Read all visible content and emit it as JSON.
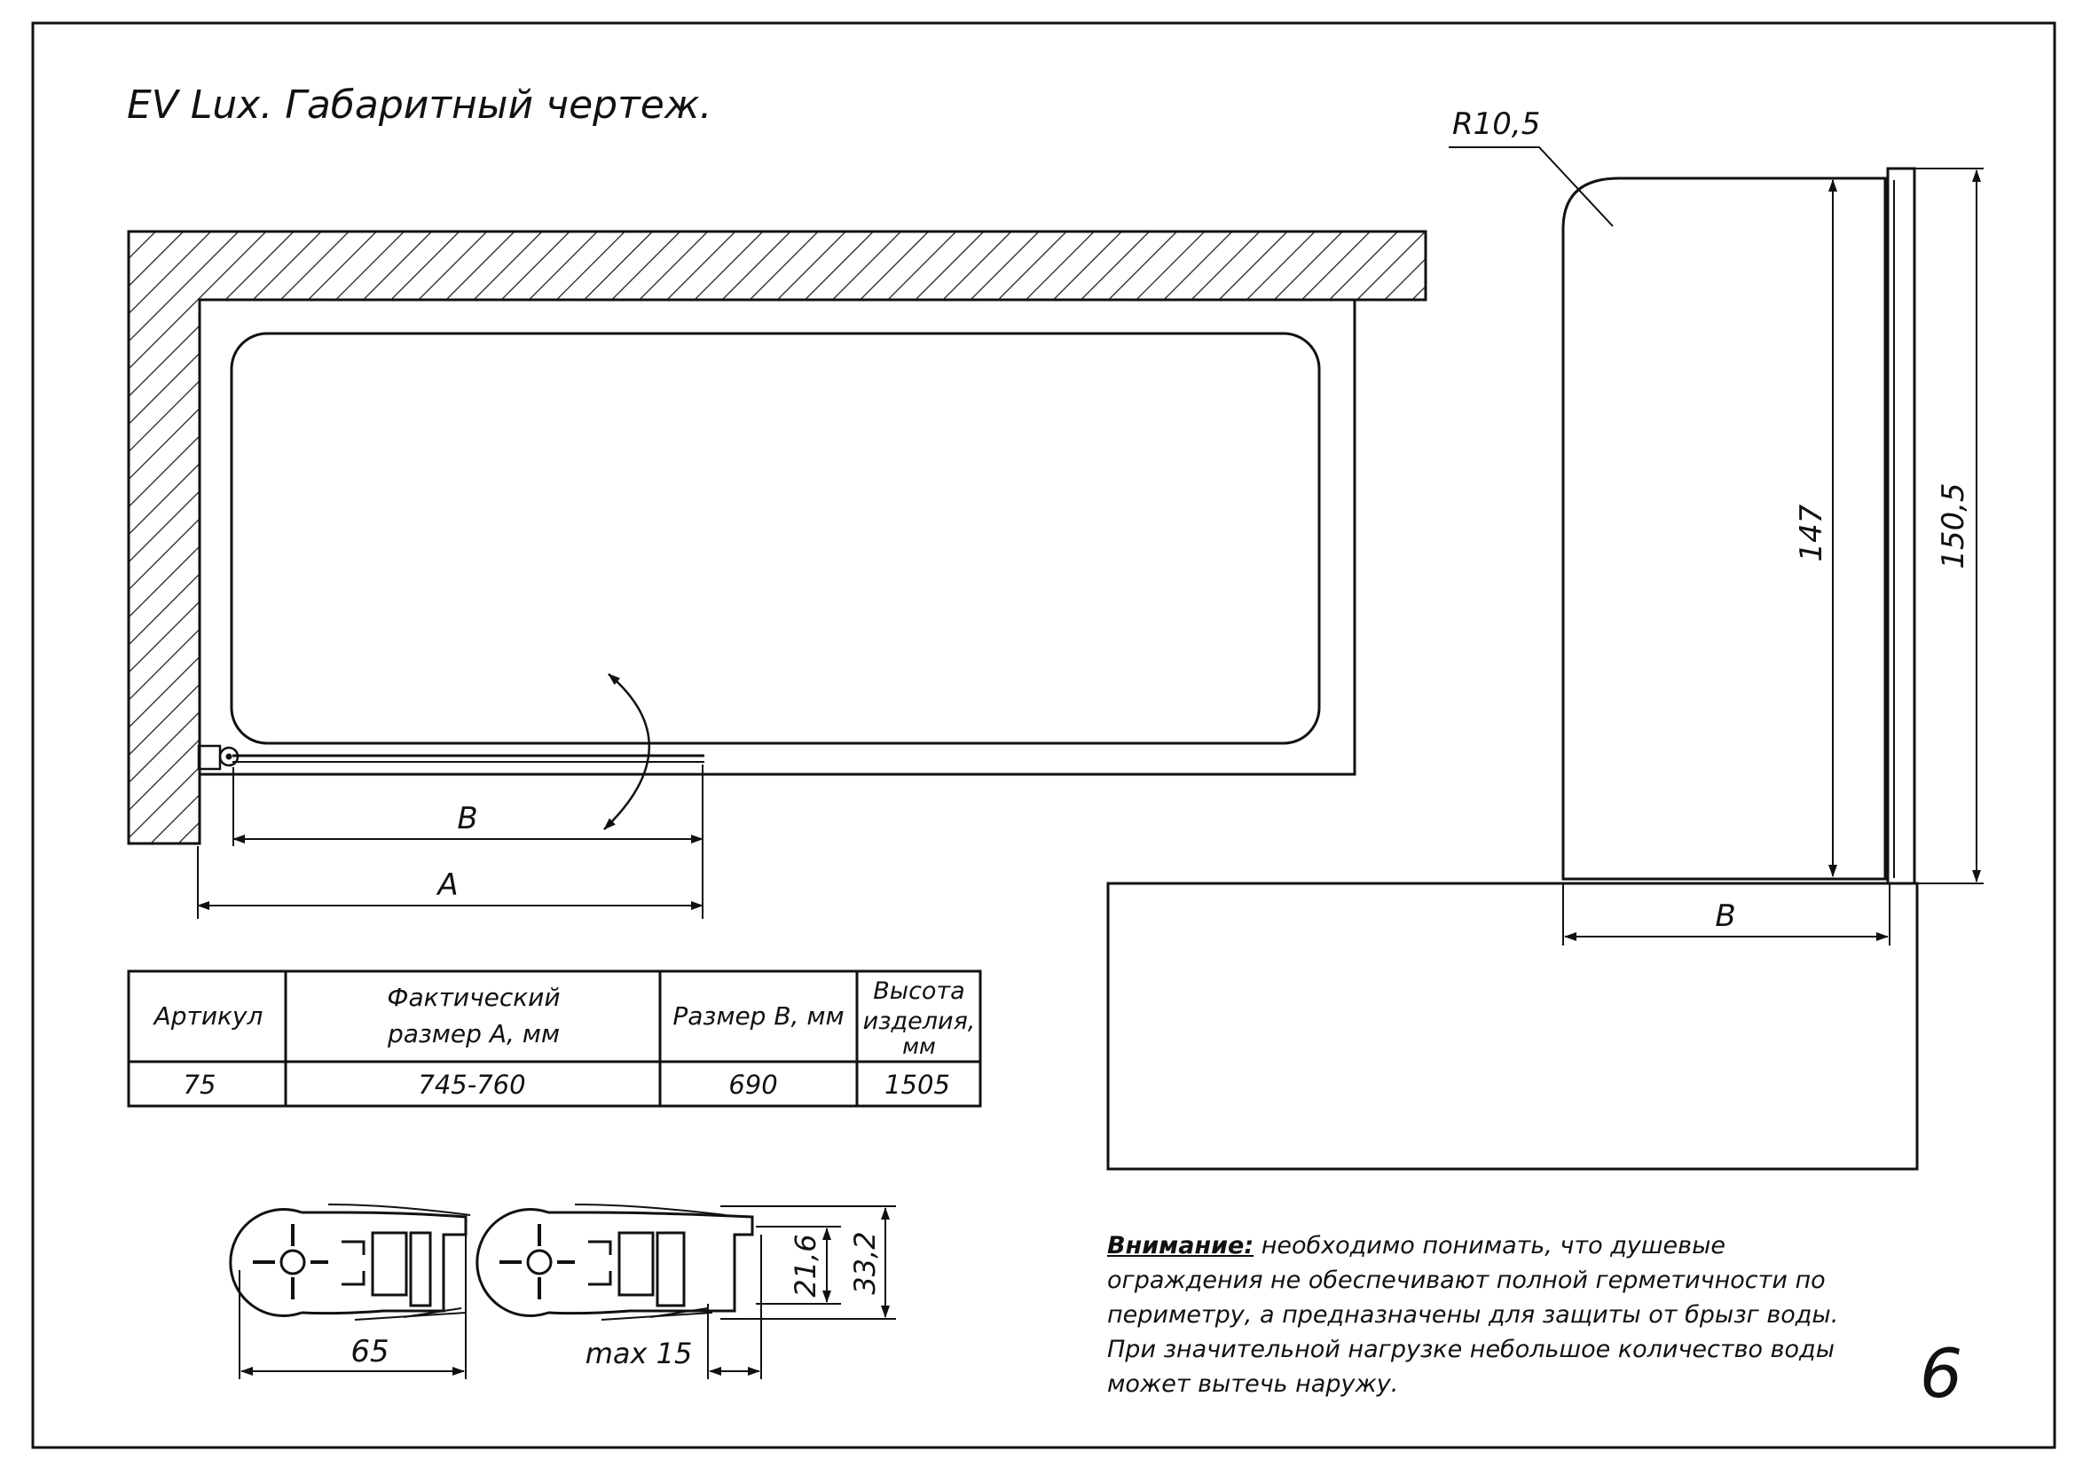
{
  "title": "EV Lux. Габаритный чертеж.",
  "page_number": "6",
  "plan_view": {
    "dim_b_label": "B",
    "dim_a_label": "A"
  },
  "side_view": {
    "radius_label": "R10,5",
    "glass_height_label": "147",
    "total_height_label": "150,5",
    "width_label": "B"
  },
  "profile_section": {
    "width_label": "65",
    "adjust_label": "max 15",
    "inner_depth_label": "21,6",
    "outer_depth_label": "33,2"
  },
  "table": {
    "headers": [
      "Артикул",
      "Фактический\nразмер А, мм",
      "Размер В, мм",
      "Высота\nизделия,\nмм"
    ],
    "header_lines": [
      [
        "Артикул"
      ],
      [
        "Фактический",
        "размер А, мм"
      ],
      [
        "Размер В, мм"
      ],
      [
        "Высота",
        "изделия,",
        "мм"
      ]
    ],
    "rows": [
      [
        "75",
        "745-760",
        "690",
        "1505"
      ]
    ]
  },
  "notice": {
    "lead": "Внимание:",
    "lines": [
      " необходимо понимать, что душевые",
      "ограждения не обеспечивают полной герметичности по",
      "периметру, а предназначены для защиты от брызг воды.",
      "При значительной нагрузке небольшое количество воды",
      "может вытечь наружу."
    ]
  }
}
